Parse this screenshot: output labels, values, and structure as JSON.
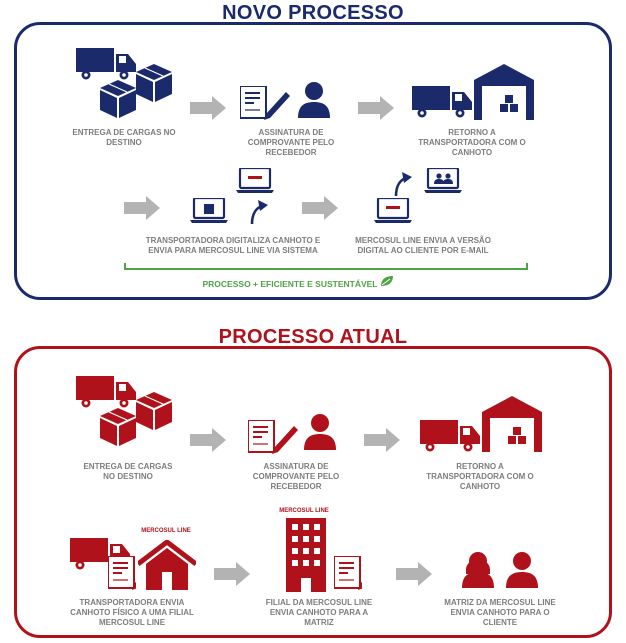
{
  "new_process": {
    "title": "NOVO PROCESSO",
    "steps": [
      {
        "caption": "ENTREGA DE CARGAS NO DESTINO"
      },
      {
        "caption": "ASSINATURA DE COMPROVANTE PELO RECEBEDOR"
      },
      {
        "caption": "RETORNO A TRANSPORTADORA COM O CANHOTO"
      },
      {
        "caption": "TRANSPORTADORA DIGITALIZA CANHOTO E ENVIA PARA MERCOSUL LINE VIA SISTEMA"
      },
      {
        "caption": "MERCOSUL LINE ENVIA A VERSÃO DIGITAL AO CLIENTE POR E-MAIL"
      }
    ],
    "benefit": "PROCESSO + EFICIENTE E SUSTENTÁVEL"
  },
  "current_process": {
    "title": "PROCESSO ATUAL",
    "steps": [
      {
        "caption": "ENTREGA DE CARGAS NO DESTINO"
      },
      {
        "caption": "ASSINATURA DE COMPROVANTE PELO RECEBEDOR"
      },
      {
        "caption": "RETORNO A TRANSPORTADORA COM O CANHOTO"
      },
      {
        "caption": "TRANSPORTADORA ENVIA CANHOTO FÍSICO A UMA FILIAL MERCOSUL LINE"
      },
      {
        "caption": "FILIAL DA MERCOSUL LINE ENVIA CANHOTO PARA A MATRIZ"
      },
      {
        "caption": "MATRIZ DA MERCOSUL LINE ENVIA CANHOTO PARA O CLIENTE"
      }
    ],
    "brand": "MERCOSUL LINE"
  },
  "colors": {
    "blue": "#1b2a6b",
    "red": "#b0121b",
    "green": "#4ea346",
    "arrow": "#b3b3b3",
    "caption": "#7d7d7d"
  },
  "icons": [
    "truck-icon",
    "boxes-icon",
    "document-icon",
    "pen-icon",
    "person-icon",
    "warehouse-icon",
    "laptop-icon",
    "arrow-icon",
    "leaf-icon",
    "house-icon",
    "building-icon"
  ]
}
